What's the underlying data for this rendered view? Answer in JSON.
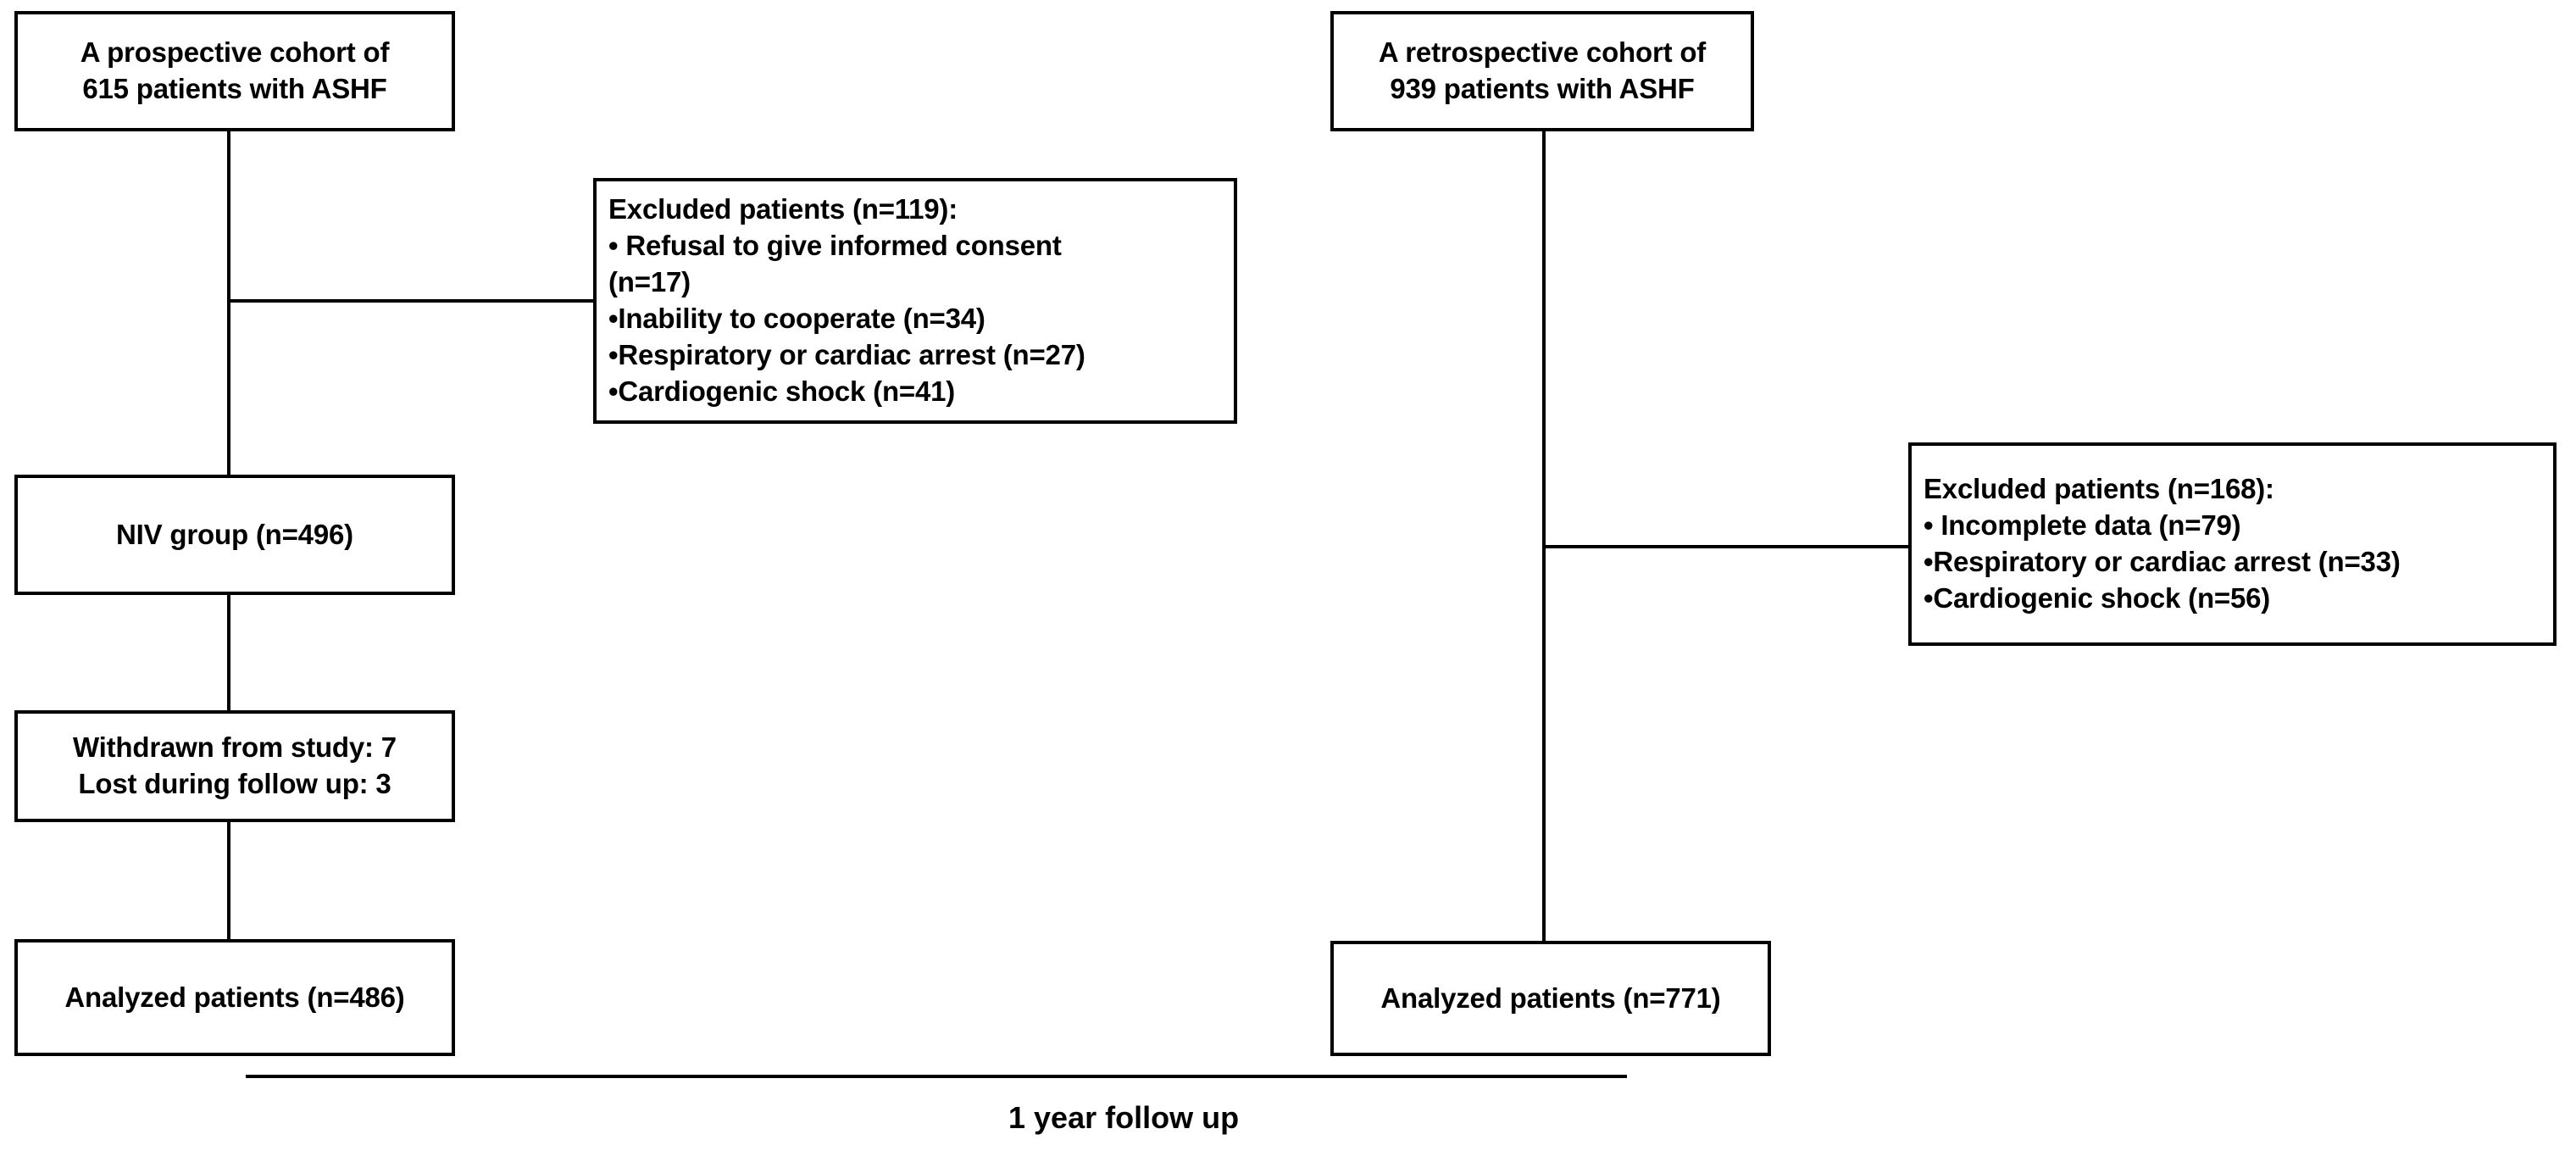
{
  "figure": {
    "type": "flowchart",
    "title": "Patient enrollment flow diagram",
    "background_color": "#FFFFFF",
    "line_color": "#000000",
    "text_color": "#000000"
  },
  "nodes": {
    "prospective_cohort": {
      "lines": [
        "A prospective cohort of",
        "615 patients with ASHF"
      ],
      "align": "center"
    },
    "excluded_left": {
      "lines": [
        "Excluded patients (n=119):",
        "• Refusal to give informed consent",
        "(n=17)",
        "•Inability to cooperate (n=34)",
        "•Respiratory or cardiac arrest (n=27)",
        "•Cardiogenic shock (n=41)"
      ],
      "align": "left"
    },
    "niv_group": {
      "lines": [
        "NIV group (n=496)"
      ],
      "align": "center"
    },
    "withdrawn": {
      "lines": [
        "Withdrawn from study: 7",
        "Lost during follow up: 3"
      ],
      "align": "center"
    },
    "analyzed_left": {
      "lines": [
        "Analyzed patients (n=486)"
      ],
      "align": "center"
    },
    "retrospective_cohort": {
      "lines": [
        "A retrospective cohort of",
        "939 patients with ASHF"
      ],
      "align": "center"
    },
    "excluded_right": {
      "lines": [
        "Excluded patients (n=168):",
        "• Incomplete data (n=79)",
        "•Respiratory or cardiac arrest (n=33)",
        "•Cardiogenic shock (n=56)"
      ],
      "align": "left"
    },
    "analyzed_right": {
      "lines": [
        "Analyzed patients (n=771)"
      ],
      "align": "center"
    }
  },
  "footer": {
    "label": "1 year follow up"
  }
}
